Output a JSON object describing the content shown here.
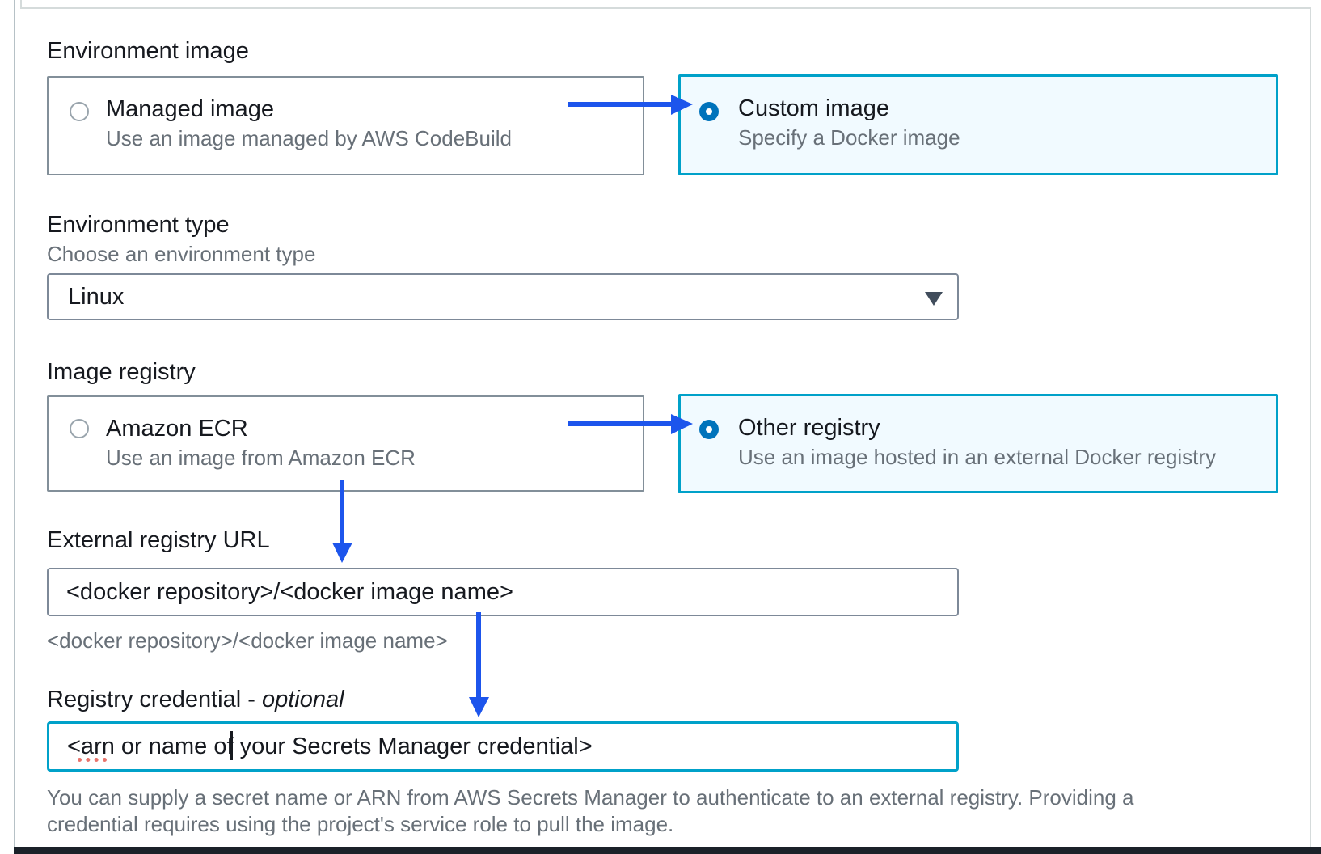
{
  "form": {
    "environment_image": {
      "label": "Environment image",
      "options": [
        {
          "title": "Managed image",
          "description": "Use an image managed by AWS CodeBuild",
          "selected": false
        },
        {
          "title": "Custom image",
          "description": "Specify a Docker image",
          "selected": true
        }
      ]
    },
    "environment_type": {
      "label": "Environment type",
      "description": "Choose an environment type",
      "value": "Linux"
    },
    "image_registry": {
      "label": "Image registry",
      "options": [
        {
          "title": "Amazon ECR",
          "description": "Use an image from Amazon ECR",
          "selected": false
        },
        {
          "title": "Other registry",
          "description": "Use an image hosted in an external Docker registry",
          "selected": true
        }
      ]
    },
    "external_registry_url": {
      "label": "External registry URL",
      "value": "<docker repository>/<docker image name>",
      "helper": "<docker repository>/<docker image name>"
    },
    "registry_credential": {
      "label": "Registry credential -",
      "optional": "optional",
      "value": "<arn or name of your Secrets Manager credential>",
      "helper": "You can supply a secret name or ARN from AWS Secrets Manager to authenticate to an external registry. Providing a credential requires using the project's service role to pull the image."
    },
    "colors": {
      "accent_selected_border": "#00a1c9",
      "selected_card_bg": "#f1faff",
      "radio_selected": "#0073bb",
      "annotation_arrow": "#1d55ec",
      "text_primary": "#16191f",
      "text_secondary": "#687078",
      "footer_bar": "#1b2129",
      "spellcheck_red": "#e8746c"
    }
  }
}
